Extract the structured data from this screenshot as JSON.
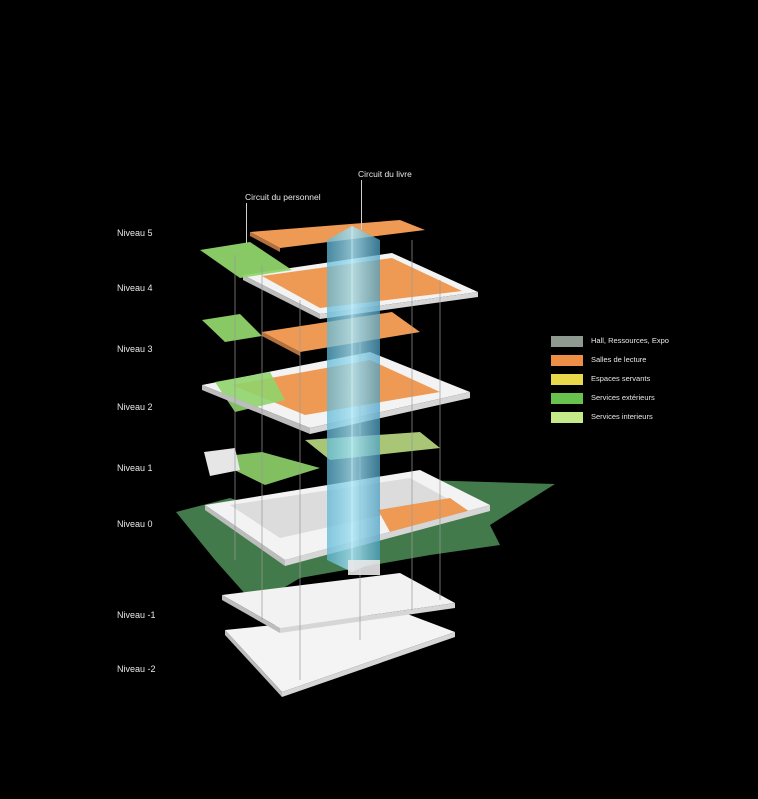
{
  "levels": [
    {
      "label": "Niveau 5"
    },
    {
      "label": "Niveau 4"
    },
    {
      "label": "Niveau 3"
    },
    {
      "label": "Niveau 2"
    },
    {
      "label": "Niveau 1"
    },
    {
      "label": "Niveau 0"
    },
    {
      "label": "Niveau -1"
    },
    {
      "label": "Niveau -2"
    }
  ],
  "circuits": {
    "livre": "Circuit du livre",
    "personnel": "Circuit du personnel"
  },
  "legend": [
    {
      "label": "Hall, Ressources, Expo",
      "color": "#8e9a90"
    },
    {
      "label": "Salles de lecture",
      "color": "#ef8f45"
    },
    {
      "label": "Espaces servants",
      "color": "#e9d94a"
    },
    {
      "label": "Services extérieurs",
      "color": "#69c24e"
    },
    {
      "label": "Services interieurs",
      "color": "#c6e98a"
    }
  ],
  "colors": {
    "background": "#000000",
    "reading": "#ee9a55",
    "external": "#8fd46a",
    "internal": "#c6e98a",
    "slab": "#f2f2f2",
    "core": "#7fd0ea",
    "terrain": "#4f8f58"
  }
}
